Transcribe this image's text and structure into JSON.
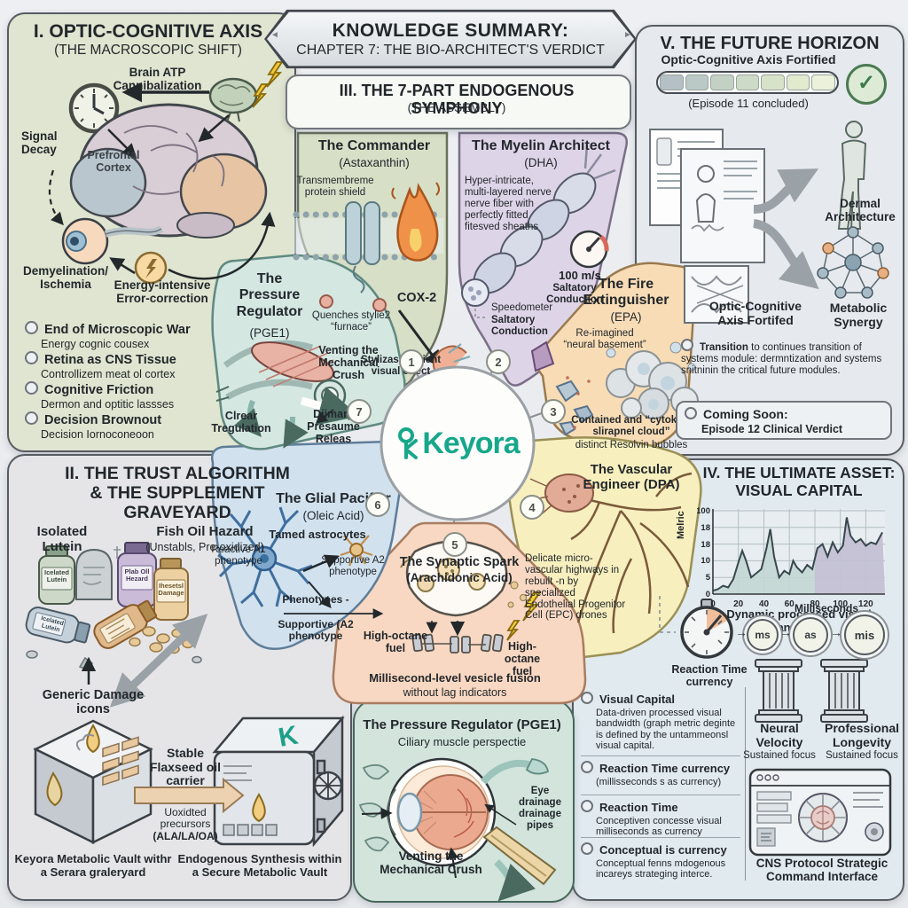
{
  "banner": {
    "title": "KNOWLEDGE SUMMARY:",
    "subtitle": "CHAPTER 7: THE BIO-ARCHITECT'S VERDICT",
    "left_arrow": "◄",
    "right_arrow": "►"
  },
  "assembly_header": {
    "title": "III. THE 7-PART ENDOGENOUS SYMPHONY",
    "subtitle": "(THE ASSEMBLY)"
  },
  "panel_optic": {
    "title": "I. OPTIC-COGNITIVE AXIS",
    "subtitle": "(THE MACROSCOPIC SHIFT)",
    "brain_atp": "Brain ATP Cannibalization",
    "signal_decay": "Signal Decay",
    "prefrontal": "Prefrontal Cortex",
    "demyelination": "Demyelination/ Ischemia",
    "energy_error": "Energy-intensive Error-correction",
    "bullets": [
      {
        "title": "End of Microscopic War",
        "desc": "Energy cognic cousex"
      },
      {
        "title": "Retina as CNS Tissue",
        "desc": "Controllizem meat ol cortex"
      },
      {
        "title": "Cognitive Friction",
        "desc": "Dermon and optitic lassses"
      },
      {
        "title": "Decision Brownout",
        "desc": "Decision Iornoconeoon"
      }
    ]
  },
  "symphony": {
    "logo": "Keyora",
    "logo_color": "#17a78b",
    "segments": [
      {
        "num": "1",
        "name": "The Commander",
        "compound": "(Astaxanthin)",
        "color": "#d7dfc7",
        "shield": "Transmembreme protein shield",
        "cox": "COX-2",
        "quench": "Quenches stylie2 “furnace”",
        "effect": "Stylizas efficient visual effect"
      },
      {
        "num": "2",
        "name": "The Myelin Architect",
        "compound": "(DHA)",
        "color": "#ded4e7",
        "body": "Hyper-intricate, multi-layered nerve nerve fiber with perfectly fitted fitesved sheaths",
        "speed": "100 m/s",
        "saltatory": "Saltatory Conduction",
        "speedometer": "Speedometer",
        "saltatory2": "Saltatory Conduction"
      },
      {
        "num": "3",
        "name": "The Fire Extinguisher",
        "compound": "(EPA)",
        "color": "#f8dcb6",
        "reimagined": "Re-imagined “neural basement”",
        "contained": "Contained and “cytokine slirapnel cloud”",
        "bubbles": "distinct Resolvin bubbles"
      },
      {
        "num": "4",
        "name": "The Vascular Engineer",
        "compound": "(DPA)",
        "color": "#f7efbe",
        "body": "Delicate micro-vascular highways in rebuilt -n by specialized Endothelial Progenitor Cell (EPC) drones"
      },
      {
        "num": "5",
        "name": "The Synaptic Spark",
        "compound": "(Arachidonic Acid)",
        "color": "#f8d8c2",
        "fuel_left": "High-octane fuel",
        "fuel_right": "High-octane fuel",
        "fusion": "Millisecond-level vesicle fusion",
        "lag": "without lag indicators"
      },
      {
        "num": "6",
        "name": "The Glial Pacifier",
        "compound": "(Oleic Acid)",
        "color": "#d1e1ee",
        "tamed": "Tamed astrocytes",
        "reactive": "Reactive A1 phenotype",
        "supportive": "Supportive A2 phenotype",
        "phenotypes": "Phenotypes -",
        "supportive2": "Supportive (A2 phenotype"
      },
      {
        "num": "7",
        "name": "The Pressure Regulator",
        "compound": "(PGE1)",
        "color": "#d4e7e1",
        "venting": "Venting the Mechanical Crush",
        "release": "Diimary Presaume Releas",
        "clear": "Clrear Tregulation"
      }
    ]
  },
  "panel_future": {
    "title": "V. THE FUTURE HORIZON",
    "progress_label": "Optic-Cognitive Axis Fortified",
    "episode": "(Episode 11 concluded)",
    "checkmark": "✓",
    "dermal": "Dermal Architecture",
    "metabolic": "Metabolic Synergy",
    "fortified": "Optic-Cognitive Axis Fortifed",
    "transition_lead": "Transition",
    "transition_rest": " to continues transition of systems module: dermntization and systems snitninin the critical future modules.",
    "coming_title": "Coming Soon:",
    "coming_text": "Episode 12 Clinical Verdict"
  },
  "panel_trust": {
    "title_lines": [
      "II. THE TRUST ALGORITHM",
      "& THE SUPPLEMENT",
      "GRAVEYARD"
    ],
    "isolated": "Isolated Lutein",
    "fishoil": "Fish Oil Hazard",
    "fishoil_sub": "(Unstabls, Pre-oxidized)",
    "bottle1": "Icelated Lutein",
    "bottle2": "Plab Oll Hezard",
    "bottle3": "Ihesetsl Damage",
    "bottle4": "Icelated Lutein",
    "damage": "Generic Damage icons",
    "flaxseed": "Stable Flaxseed oil carrier",
    "precursors": "Uoxidted precursors",
    "precursors_sub": "(ALA/LA/OA)",
    "vault1_caption": "Keyora Metabolic Vault withr a Serara graleryard",
    "vault2_caption": "Endogenous Synthesis within a Secure Metabolic Vault"
  },
  "eye_panel": {
    "title": "The Pressure Regulator (PGE1)",
    "subtitle": "Ciliary muscle perspectie",
    "drainage": "Eye drainage drainage pipes",
    "venting": "Venting the Mechanical Crush"
  },
  "panel_asset": {
    "title1": "IV. THE ULTIMATE ASSET:",
    "title2": "VISUAL CAPITAL",
    "ylabel": "Melric",
    "chart_caption": "Dynamic processed visual bandwidth",
    "milliseconds": "Milliseconds",
    "ms1": "ms",
    "ms2": "as",
    "ms3": "mis",
    "arrow": "→",
    "stopwatch_label": "Reaction Time currency",
    "bullets": [
      {
        "title": "Visual Capital",
        "desc": "Data-driven processed visual bandwidth (graph metric deginte is defined by the untammeonsl visual capital."
      },
      {
        "title": "Reaction Time currency",
        "desc": "(millisseconds s as currency)"
      },
      {
        "title": "Reaction Time",
        "desc": "Conceptiven concesse visual milliseconds as currency"
      },
      {
        "title": "Conceptual is currency",
        "desc": "Conceptual fenns mdogenous incareys strateging interce."
      }
    ],
    "pillar1": "Neural Velocity",
    "pillar1_sub": "Sustained focus",
    "pillar2": "Professional Longevity",
    "pillar2_sub": "Sustained focus",
    "interface_caption": "CNS Protocol Strategic Command Interface"
  },
  "chart_data": {
    "type": "line",
    "title": "Dynamic processed visual bandwidth",
    "xlabel": "Dynamic processed visual bandwidth",
    "ylabel": "Melric",
    "x_ticks": [
      "0",
      "20",
      "40",
      "60",
      "80",
      "100",
      "120"
    ],
    "y_ticks": [
      "100",
      "18",
      "18",
      "10",
      "5",
      "0"
    ],
    "xlim": [
      0,
      135
    ],
    "ylim": [
      0,
      100
    ],
    "grid": true,
    "fill": true,
    "x": [
      0,
      4,
      8,
      12,
      16,
      20,
      23,
      26,
      30,
      34,
      38,
      42,
      45,
      48,
      52,
      56,
      60,
      63,
      66,
      70,
      74,
      78,
      82,
      86,
      90,
      94,
      98,
      102,
      105,
      108,
      112,
      116,
      120,
      124,
      128,
      133
    ],
    "values": [
      4,
      6,
      10,
      8,
      18,
      38,
      52,
      40,
      20,
      25,
      30,
      55,
      78,
      45,
      20,
      28,
      24,
      40,
      32,
      26,
      35,
      30,
      55,
      60,
      45,
      62,
      50,
      58,
      92,
      70,
      62,
      66,
      58,
      62,
      60,
      74
    ]
  }
}
